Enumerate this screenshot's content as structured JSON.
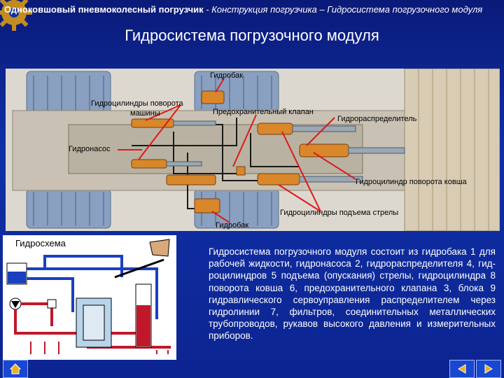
{
  "header": {
    "bold": "Одноковшовый пневмоколесный погрузчик",
    "italic": "- Конструкция погрузчика – Гидросистема погрузочного модуля"
  },
  "title": "Гидросистема погрузочного модуля",
  "diagram_labels": {
    "tank_top": "Гидробак",
    "steer_cyl_1": "Гидроцилиндры поворота",
    "steer_cyl_2": "машины",
    "relief_valve": "Предохранительный клапан",
    "distributor": "Гидрораспределитель",
    "pump": "Гидронасос",
    "bucket_cyl": "Гидроцилиндр поворота ковша",
    "boom_cyl": "Гидроцилиндры подъема стрелы",
    "tank_bottom": "Гидробак"
  },
  "schema_caption": "Гидросхема",
  "description": "Гидросистема погрузочного модуля состоит из гидробака 1 для рабочей жидкости, гидронасоса 2, гидрораспределителя 4, гид-роцилиндров 5 подъема (опускания) стрелы, гидроцилиндра 8 поворота ковша 6, предохранительного клапана 3, блока 9 гидравлического сервоуправления распределителем через гидролинии 7, фильтров, соединительных металлических трубопроводов, рукавов высокого давления и измерительных приборов.",
  "nav": {
    "home": "home-icon",
    "back": "back-arrow-icon",
    "forward": "forward-arrow-icon"
  },
  "colors": {
    "background": "#1030a8",
    "pipe_red": "#c0182a",
    "pipe_blue": "#1a3fc0",
    "cylinder_orange": "#d8872a"
  }
}
